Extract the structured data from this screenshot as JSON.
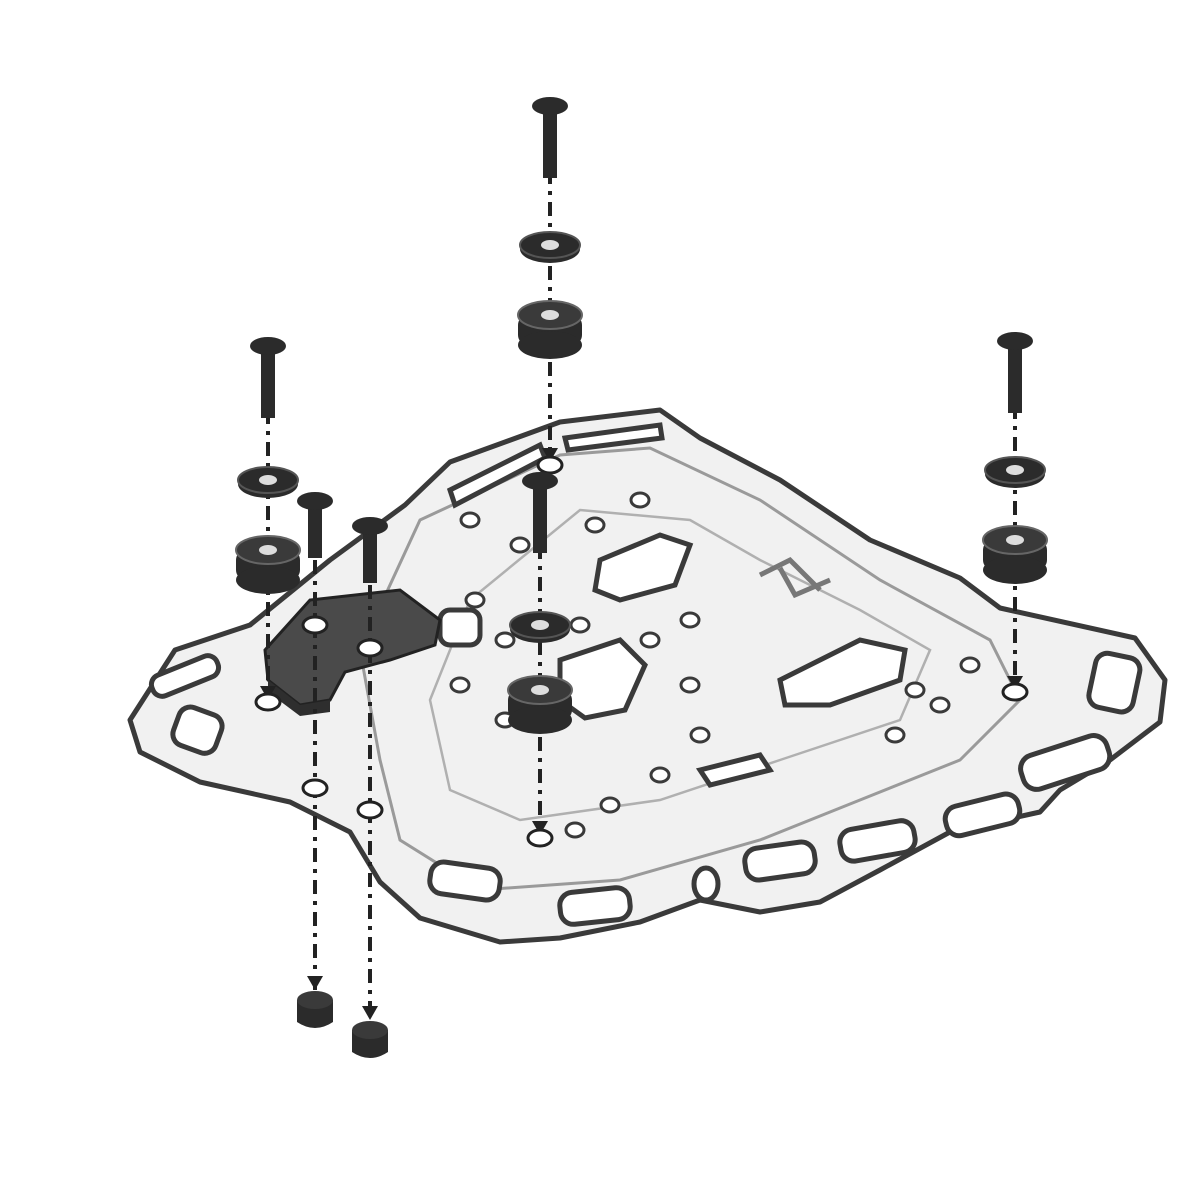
{
  "diagram": {
    "type": "exploded-assembly",
    "colors": {
      "background": "#ffffff",
      "plate_fill": "#f1f1f1",
      "plate_outline": "#3a3a3a",
      "plate_inner_line": "#9a9a9a",
      "hardware": "#2b2b2b",
      "adapter_block": "#4a4a4a",
      "dash_line": "#222222"
    },
    "components": [
      "rack-plate",
      "adapter-block",
      "mounting-screw",
      "washer",
      "rubber-grommet",
      "nut"
    ]
  }
}
